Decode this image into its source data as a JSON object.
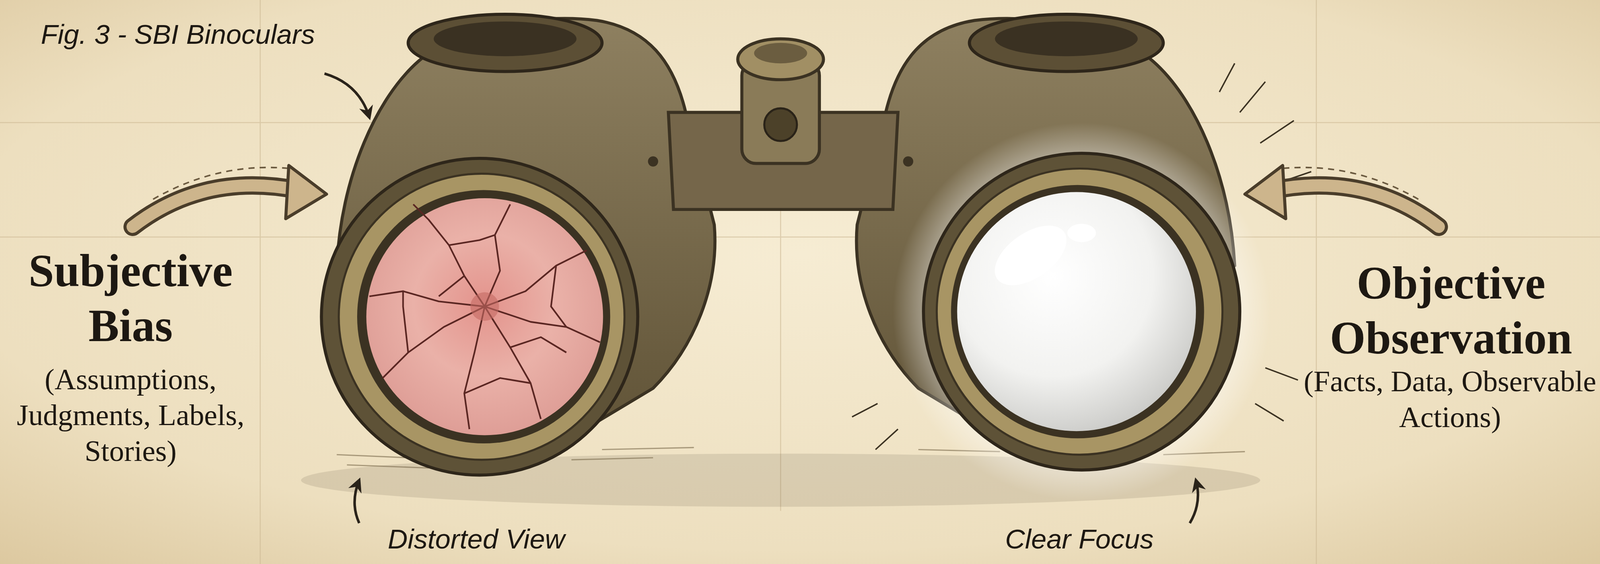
{
  "diagram": {
    "caption": "Fig. 3 - SBI Binoculars",
    "labels": [
      "Subjective Bias",
      "(Assumptions, Judgments, Labels, Stories)",
      "Objective Observation",
      "(Facts, Data, Observable Actions)",
      "Distorted View",
      "Clear Focus"
    ]
  }
}
